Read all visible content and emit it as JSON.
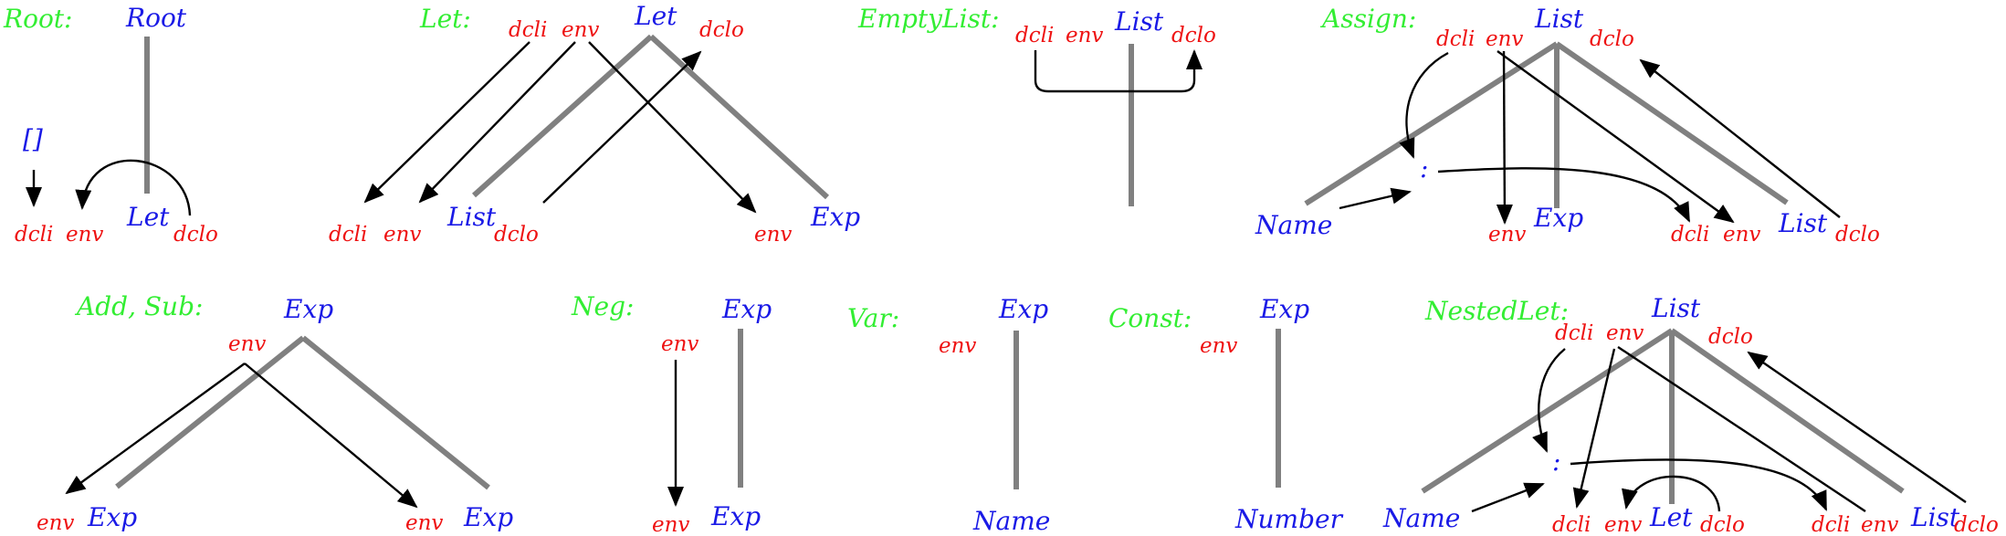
{
  "colors": {
    "production": "#33ee33",
    "nonterminal": "#1a1ae6",
    "attribute": "#ee1111",
    "tree_edge": "#808080",
    "dependency_arrow": "#000000"
  },
  "productions": {
    "root": {
      "name": "Root:",
      "parent": "Root",
      "init": "[]",
      "children": [
        "Let"
      ],
      "attrs": [
        "dcli",
        "env",
        "dclo"
      ]
    },
    "let": {
      "name": "Let:",
      "parent": "Let",
      "children": [
        "List",
        "Exp"
      ],
      "parent_attrs": [
        "dcli",
        "env",
        "dclo"
      ],
      "child_attrs": [
        "dcli",
        "env",
        "dclo",
        "env"
      ]
    },
    "emptylist": {
      "name": "EmptyList:",
      "parent": "List",
      "attrs": [
        "dcli",
        "env",
        "dclo"
      ]
    },
    "assign": {
      "name": "Assign:",
      "parent": "List",
      "children": [
        "Name",
        "Exp",
        "List"
      ],
      "parent_attrs": [
        "dcli",
        "env",
        "dclo"
      ],
      "colon": ":",
      "child_attrs": [
        "env",
        "dcli",
        "env",
        "dclo"
      ]
    },
    "addsub": {
      "name": "Add, Sub:",
      "parent": "Exp",
      "children": [
        "Exp",
        "Exp"
      ],
      "attrs": [
        "env",
        "env",
        "env"
      ]
    },
    "neg": {
      "name": "Neg:",
      "parent": "Exp",
      "children": [
        "Exp"
      ],
      "attrs": [
        "env",
        "env"
      ]
    },
    "var": {
      "name": "Var:",
      "parent": "Exp",
      "children": [
        "Name"
      ],
      "attrs": [
        "env"
      ]
    },
    "const": {
      "name": "Const:",
      "parent": "Exp",
      "children": [
        "Number"
      ],
      "attrs": [
        "env"
      ]
    },
    "nestedlet": {
      "name": "NestedLet:",
      "parent": "List",
      "children": [
        "Name",
        "Let",
        "List"
      ],
      "parent_attrs": [
        "dcli",
        "env",
        "dclo"
      ],
      "colon": ":",
      "child_attrs": [
        "dcli",
        "env",
        "dclo",
        "dcli",
        "env",
        "dclo"
      ]
    }
  }
}
